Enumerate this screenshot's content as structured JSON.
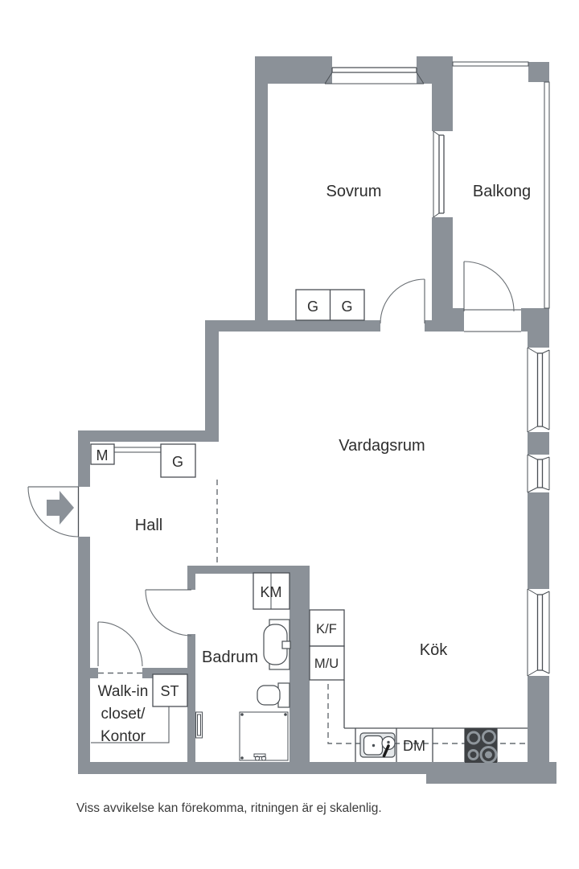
{
  "colors": {
    "wall": "#8b9198",
    "line": "#4a4f54",
    "dash": "#676d72",
    "text": "#2e2e2e",
    "stove": "#3e4144",
    "burner": "#8f969c",
    "sink": "#e4e7e9"
  },
  "rooms": {
    "sovrum": {
      "label": "Sovrum"
    },
    "balkong": {
      "label": "Balkong"
    },
    "vardagsrum": {
      "label": "Vardagsrum"
    },
    "hall": {
      "label": "Hall"
    },
    "badrum": {
      "label": "Badrum"
    },
    "kok": {
      "label": "Kök"
    },
    "walkin": {
      "line1": "Walk-in",
      "line2": "closet/",
      "line3": "Kontor"
    }
  },
  "storage": {
    "m": "M",
    "g_hall": "G",
    "g_bedroom_1": "G",
    "g_bedroom_2": "G",
    "st": "ST"
  },
  "appliances": {
    "km": "KM",
    "kf": "K/F",
    "mu": "M/U",
    "dm": "DM"
  },
  "footer": {
    "disclaimer": "Viss avvikelse kan förekomma, ritningen är ej skalenlig."
  }
}
